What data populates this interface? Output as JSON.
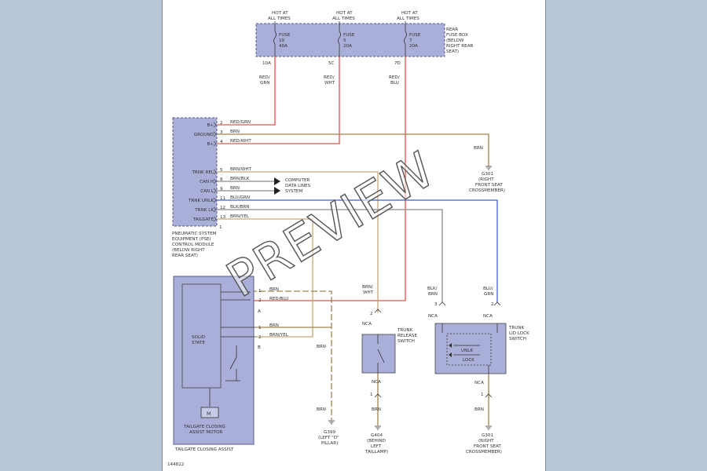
{
  "fuses": {
    "hot1": "HOT AT",
    "hot2": "ALL TIMES",
    "box1": "REAR",
    "box2": "FUSE BOX",
    "box3": "(BELOW",
    "box4": "RIGHT REAR",
    "box5": "SEAT)",
    "f1": {
      "a": "FUSE",
      "b": "19",
      "c": "40A",
      "pin": "10A",
      "wire1": "RED/",
      "wire2": "GRN"
    },
    "f2": {
      "a": "FUSE",
      "b": "5",
      "c": "20A",
      "pin": "5C",
      "wire1": "RED/",
      "wire2": "WHT"
    },
    "f3": {
      "a": "FUSE",
      "b": "7",
      "c": "20A",
      "pin": "7D",
      "wire1": "RED/",
      "wire2": "BLU"
    }
  },
  "pse": {
    "pins": [
      {
        "label": "B+",
        "num": "2",
        "wire": "RED/GRN"
      },
      {
        "label": "GROUND",
        "num": "3",
        "wire": "BRN"
      },
      {
        "label": "B+",
        "num": "4",
        "wire": "RED/WHT"
      },
      {
        "label": "TRNK REL",
        "num": "5",
        "wire": "BRN/WHT"
      },
      {
        "label": "CAN H",
        "num": "8",
        "wire": "BRN/BLK"
      },
      {
        "label": "CAN L",
        "num": "9",
        "wire": "BRN"
      },
      {
        "label": "TRNK UNLK",
        "num": "11",
        "wire": "BLU/GRN"
      },
      {
        "label": "TRNK LK",
        "num": "12",
        "wire": "BLK/BRN"
      },
      {
        "label": "TAILGATE",
        "num": "13",
        "wire": "BRN/YEL"
      }
    ],
    "extra_pin": "1",
    "name1": "PNEUMATIC SYSTEM",
    "name2": "EQUIPMENT (PSE)",
    "name3": "CONTROL MODULE",
    "name4": "(BELOW RIGHT",
    "name5": "REAR SEAT)",
    "comp1": "COMPUTER",
    "comp2": "DATA LINES",
    "comp3": "SYSTEM"
  },
  "g301": {
    "wire": "BRN",
    "a": "G301",
    "b": "(RIGHT",
    "c": "FRONT SEAT",
    "d": "CROSSMEMBER)"
  },
  "tailgate": {
    "solid1": "SOLID",
    "solid2": "STATE",
    "motor_letter": "M",
    "motor1": "TAILGATE CLOSING",
    "motor2": "ASSIST MOTOR",
    "caption": "TAILGATE CLOSING ASSIST",
    "c1_pin1": "1",
    "c1_w1": "BRN",
    "c1_pin2": "2",
    "c1_w2": "RED/BLU",
    "c1_id": "A",
    "c2_pin1": "1",
    "c2_w1": "BRN",
    "c2_pin2": "2",
    "c2_w2": "BRN/YEL",
    "c2_id": "B",
    "brn_label": "BRN"
  },
  "g399": {
    "wire": "BRN",
    "a": "G399",
    "b": "(LEFT \"D\"",
    "c": "PILLAR)"
  },
  "release": {
    "wire1": "BRN/",
    "wire2": "WHT",
    "pin_top": "2",
    "nca_top": "NCA",
    "name1": "TRUNK",
    "name2": "RELEASE",
    "name3": "SWITCH",
    "nca_bot": "NCA",
    "pin_bot": "1",
    "wire_bot": "BRN",
    "g1": "G404",
    "g2": "(BEHIND",
    "g3": "LEFT",
    "g4": "TAILLAMP)"
  },
  "lidlock": {
    "wire_a1": "BLK/",
    "wire_a2": "BRN",
    "pin_a": "3",
    "nca_a": "NCA",
    "wire_b1": "BLU/",
    "wire_b2": "GRN",
    "pin_b": "2",
    "nca_b": "NCA",
    "name1": "TRUNK",
    "name2": "LID LOCK",
    "name3": "SWITCH",
    "unlk": "UNLK",
    "lock": "LOCK",
    "nca_bot": "NCA",
    "pin_bot": "1",
    "wire_bot": "BRN",
    "g1": "G301",
    "g2": "(RIGHT",
    "g3": "FRONT SEAT",
    "g4": "CROSSMEMBER)"
  },
  "figure_id": "144822",
  "watermark": "PREVIEW",
  "colors": {
    "red": "#e8504a",
    "brown": "#a0824a",
    "tan": "#c7a978",
    "blue": "#3b5fd0",
    "gray": "#8a8a8a",
    "module": "#a9afd8"
  }
}
